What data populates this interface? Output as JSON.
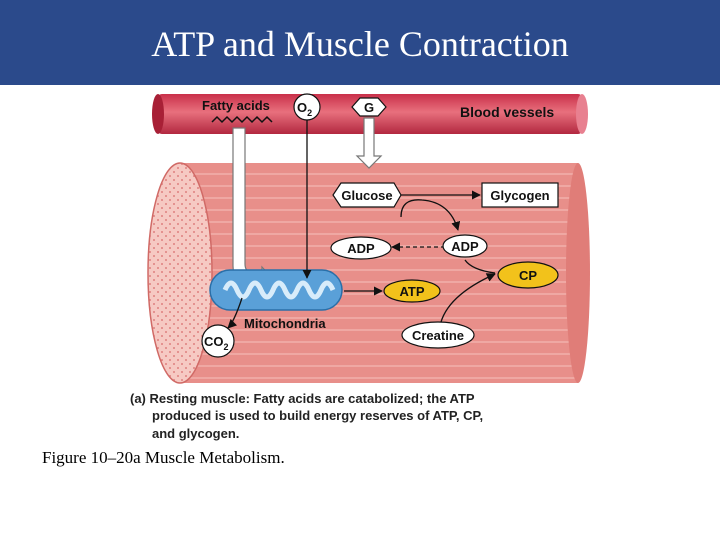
{
  "slide": {
    "title": "ATP and Muscle Contraction",
    "caption": "Figure 10–20a Muscle Metabolism."
  },
  "diagram": {
    "labels": {
      "fatty_acids": "Fatty acids",
      "o2": "O",
      "o2_sub": "2",
      "g": "G",
      "blood_vessels": "Blood vessels",
      "glucose": "Glucose",
      "glycogen": "Glycogen",
      "adp_left": "ADP",
      "adp_right": "ADP",
      "cp": "CP",
      "atp": "ATP",
      "creatine": "Creatine",
      "mitochondria": "Mitochondria",
      "co2": "CO",
      "co2_sub": "2"
    },
    "legend": {
      "line1": "(a) Resting muscle: Fatty acids are catabolized; the ATP",
      "line2": "produced is used to build energy reserves of ATP, CP,",
      "line3": "and glycogen."
    },
    "colors": {
      "muscle": "#e88f8a",
      "muscle_stripe": "#f3b7b2",
      "muscle_end": "#f6c9c3",
      "vessel": "#d84a5a",
      "mitochondria": "#5aa0d8",
      "node_fill": "#ffffff",
      "arrow": "#111111"
    }
  }
}
